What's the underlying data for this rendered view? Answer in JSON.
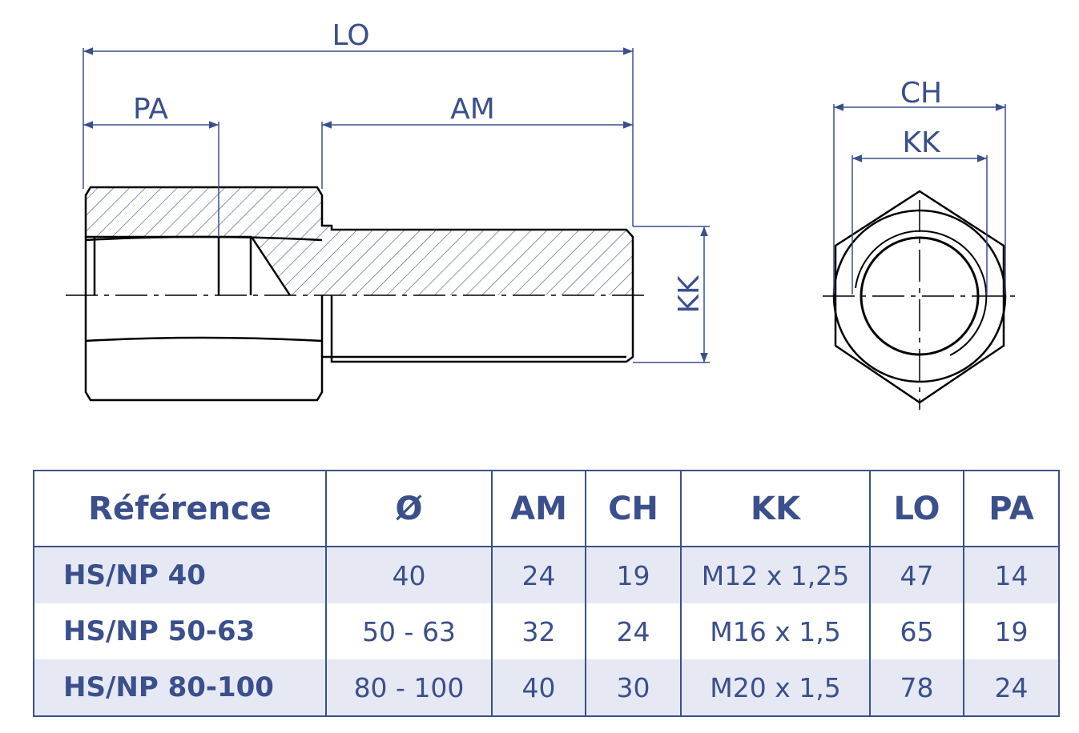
{
  "dimensions": {
    "lo": "LO",
    "pa": "PA",
    "am": "AM",
    "kk_side": "KK",
    "ch": "CH",
    "kk_end": "KK"
  },
  "colors": {
    "drawing": "#3b4f8c",
    "row_shade": "#e6e9f4",
    "outline": "#000000"
  },
  "table": {
    "headers": [
      "Référence",
      "Ø",
      "AM",
      "CH",
      "KK",
      "LO",
      "PA"
    ],
    "rows": [
      [
        "HS/NP 40",
        "40",
        "24",
        "19",
        "M12 x 1,25",
        "47",
        "14"
      ],
      [
        "HS/NP 50-63",
        "50 - 63",
        "32",
        "24",
        "M16 x 1,5",
        "65",
        "19"
      ],
      [
        "HS/NP 80-100",
        "80 - 100",
        "40",
        "30",
        "M20 x 1,5",
        "78",
        "24"
      ]
    ]
  }
}
